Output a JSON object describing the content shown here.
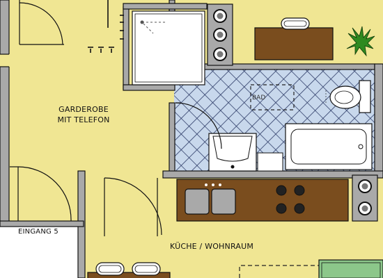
{
  "rooms": {
    "garderobe": {
      "line1": "GARDEROBE",
      "line2": "MIT TELEFON"
    },
    "kueche": {
      "label": "KÜCHE / WOHNRAUM"
    },
    "bad": {
      "label": "BAD"
    }
  },
  "entrance": {
    "label": "EINGANG 5"
  },
  "colors": {
    "floor": "#f0e693",
    "wall": "#a9a9a9",
    "tile": "#c8d8ec",
    "counter": "#7a4d1e",
    "fixture": "#ffffff",
    "plant": "#2f8a20"
  }
}
